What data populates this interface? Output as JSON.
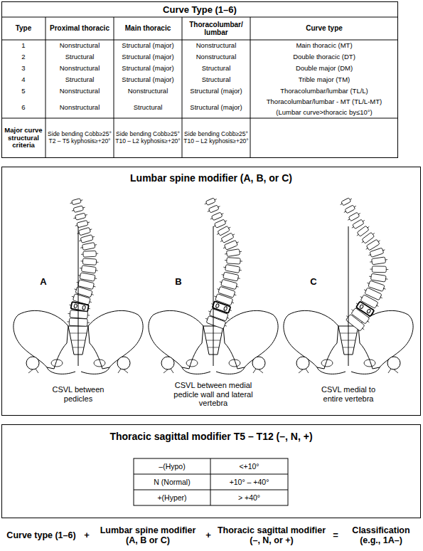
{
  "diagram": {
    "nodes": [
      {
        "text": [
          "Curve Type (1–6)"
        ]
      },
      {
        "text": [
          "Lumbar spine modifier (A, B, or C)"
        ]
      },
      {
        "text": [
          "Thoracic sagittal modifier T5 – T12 (–, N, +)"
        ]
      }
    ],
    "labels": [
      "Type",
      "Proximal thoracic",
      "Main thoracic",
      "Thoracolumbar/ lumbar",
      "Curve type",
      "1",
      "Nonstructural",
      "Structural (major)",
      "Nonstructural",
      "Main thoracic (MT)",
      "2",
      "Structural",
      "Structural (major)",
      "Nonstructural",
      "Double thoracic (DT)",
      "3",
      "Nonstructural",
      "Structural (major)",
      "Structural",
      "Double major (DM)",
      "4",
      "Structural",
      "Structural (major)",
      "Structural",
      "Trible major (TM)",
      "5",
      "Nonstructural",
      "Nonstructural",
      "Structural (major)",
      "Thoracolumbar/lumbar (TL/L)",
      "6",
      "Nonstructural",
      "Structural",
      "Structural (major)",
      "Thoracolumbar/lumbar - MT (TL/L-MT)",
      "(Lumbar curve>thoracic by≤10°)",
      "Major curve structural criteria",
      "Side bending Cobb≥25° T2 – T5 kyphosis≥+20°",
      "Side bending Cobb≥25° T10 – L2 kyphosis≥+20°",
      "Side bending Cobb≥25° T10 – L2 kyphosis≥+20°",
      "A",
      "B",
      "C",
      "CSVL between pedicles",
      "CSVL between medial pedicle wall and lateral vertebra",
      "CSVL medial to entire vertebra",
      "–(Hypo)",
      "<+10°",
      "N (Normal)",
      "+10° – +40°",
      "+(Hyper)",
      "> +40°",
      "Curve type (1–6)",
      "+",
      "Lumbar spine modifier (A, B or C)",
      "+",
      "Thoracic sagittal modifier (–, N, or +)",
      "=",
      "Classification (e.g., 1A–)"
    ]
  }
}
